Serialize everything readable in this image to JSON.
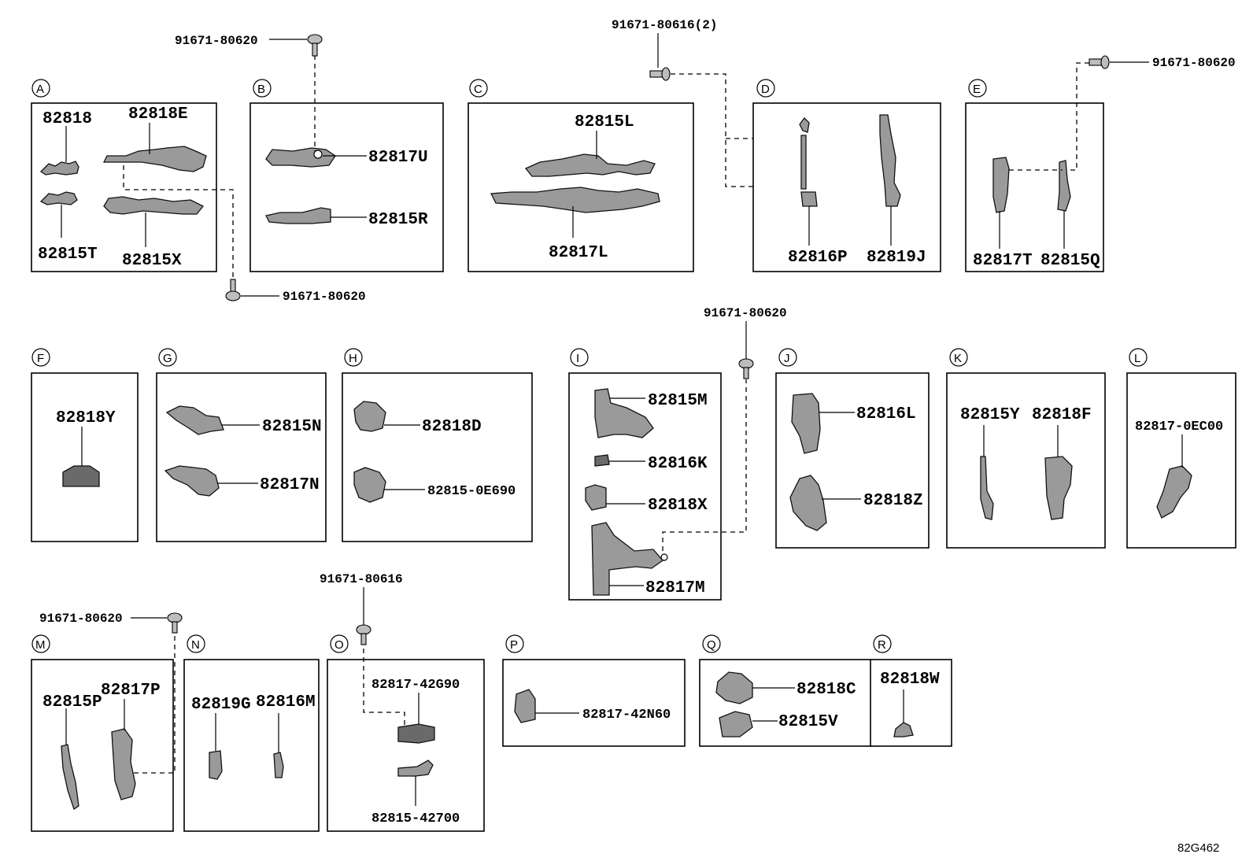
{
  "diagram_code": "82G462",
  "groups": [
    {
      "letter": "A",
      "parts": [
        "82818",
        "82818E",
        "82815T",
        "82815X"
      ]
    },
    {
      "letter": "B",
      "parts": [
        "82817U",
        "82815R"
      ]
    },
    {
      "letter": "C",
      "parts": [
        "82815L",
        "82817L"
      ]
    },
    {
      "letter": "D",
      "parts": [
        "82816P",
        "82819J"
      ]
    },
    {
      "letter": "E",
      "parts": [
        "82817T",
        "82815Q"
      ]
    },
    {
      "letter": "F",
      "parts": [
        "82818Y"
      ]
    },
    {
      "letter": "G",
      "parts": [
        "82815N",
        "82817N"
      ]
    },
    {
      "letter": "H",
      "parts": [
        "82818D",
        "82815-0E690"
      ]
    },
    {
      "letter": "I",
      "parts": [
        "82815M",
        "82816K",
        "82818X",
        "82817M"
      ]
    },
    {
      "letter": "J",
      "parts": [
        "82816L",
        "82818Z"
      ]
    },
    {
      "letter": "K",
      "parts": [
        "82815Y",
        "82818F"
      ]
    },
    {
      "letter": "L",
      "parts": [
        "82817-0EC00"
      ]
    },
    {
      "letter": "M",
      "parts": [
        "82815P",
        "82817P"
      ]
    },
    {
      "letter": "N",
      "parts": [
        "82819G",
        "82816M"
      ]
    },
    {
      "letter": "O",
      "parts": [
        "82817-42G90",
        "82815-42700"
      ]
    },
    {
      "letter": "P",
      "parts": [
        "82817-42N60"
      ]
    },
    {
      "letter": "Q",
      "parts": [
        "82818C",
        "82815V"
      ]
    },
    {
      "letter": "R",
      "parts": [
        "82818W"
      ]
    }
  ],
  "bolts": [
    "91671-80620",
    "91671-80620",
    "91671-80616(2)",
    "91671-80620",
    "91671-80620",
    "91671-80620",
    "91671-80616"
  ]
}
